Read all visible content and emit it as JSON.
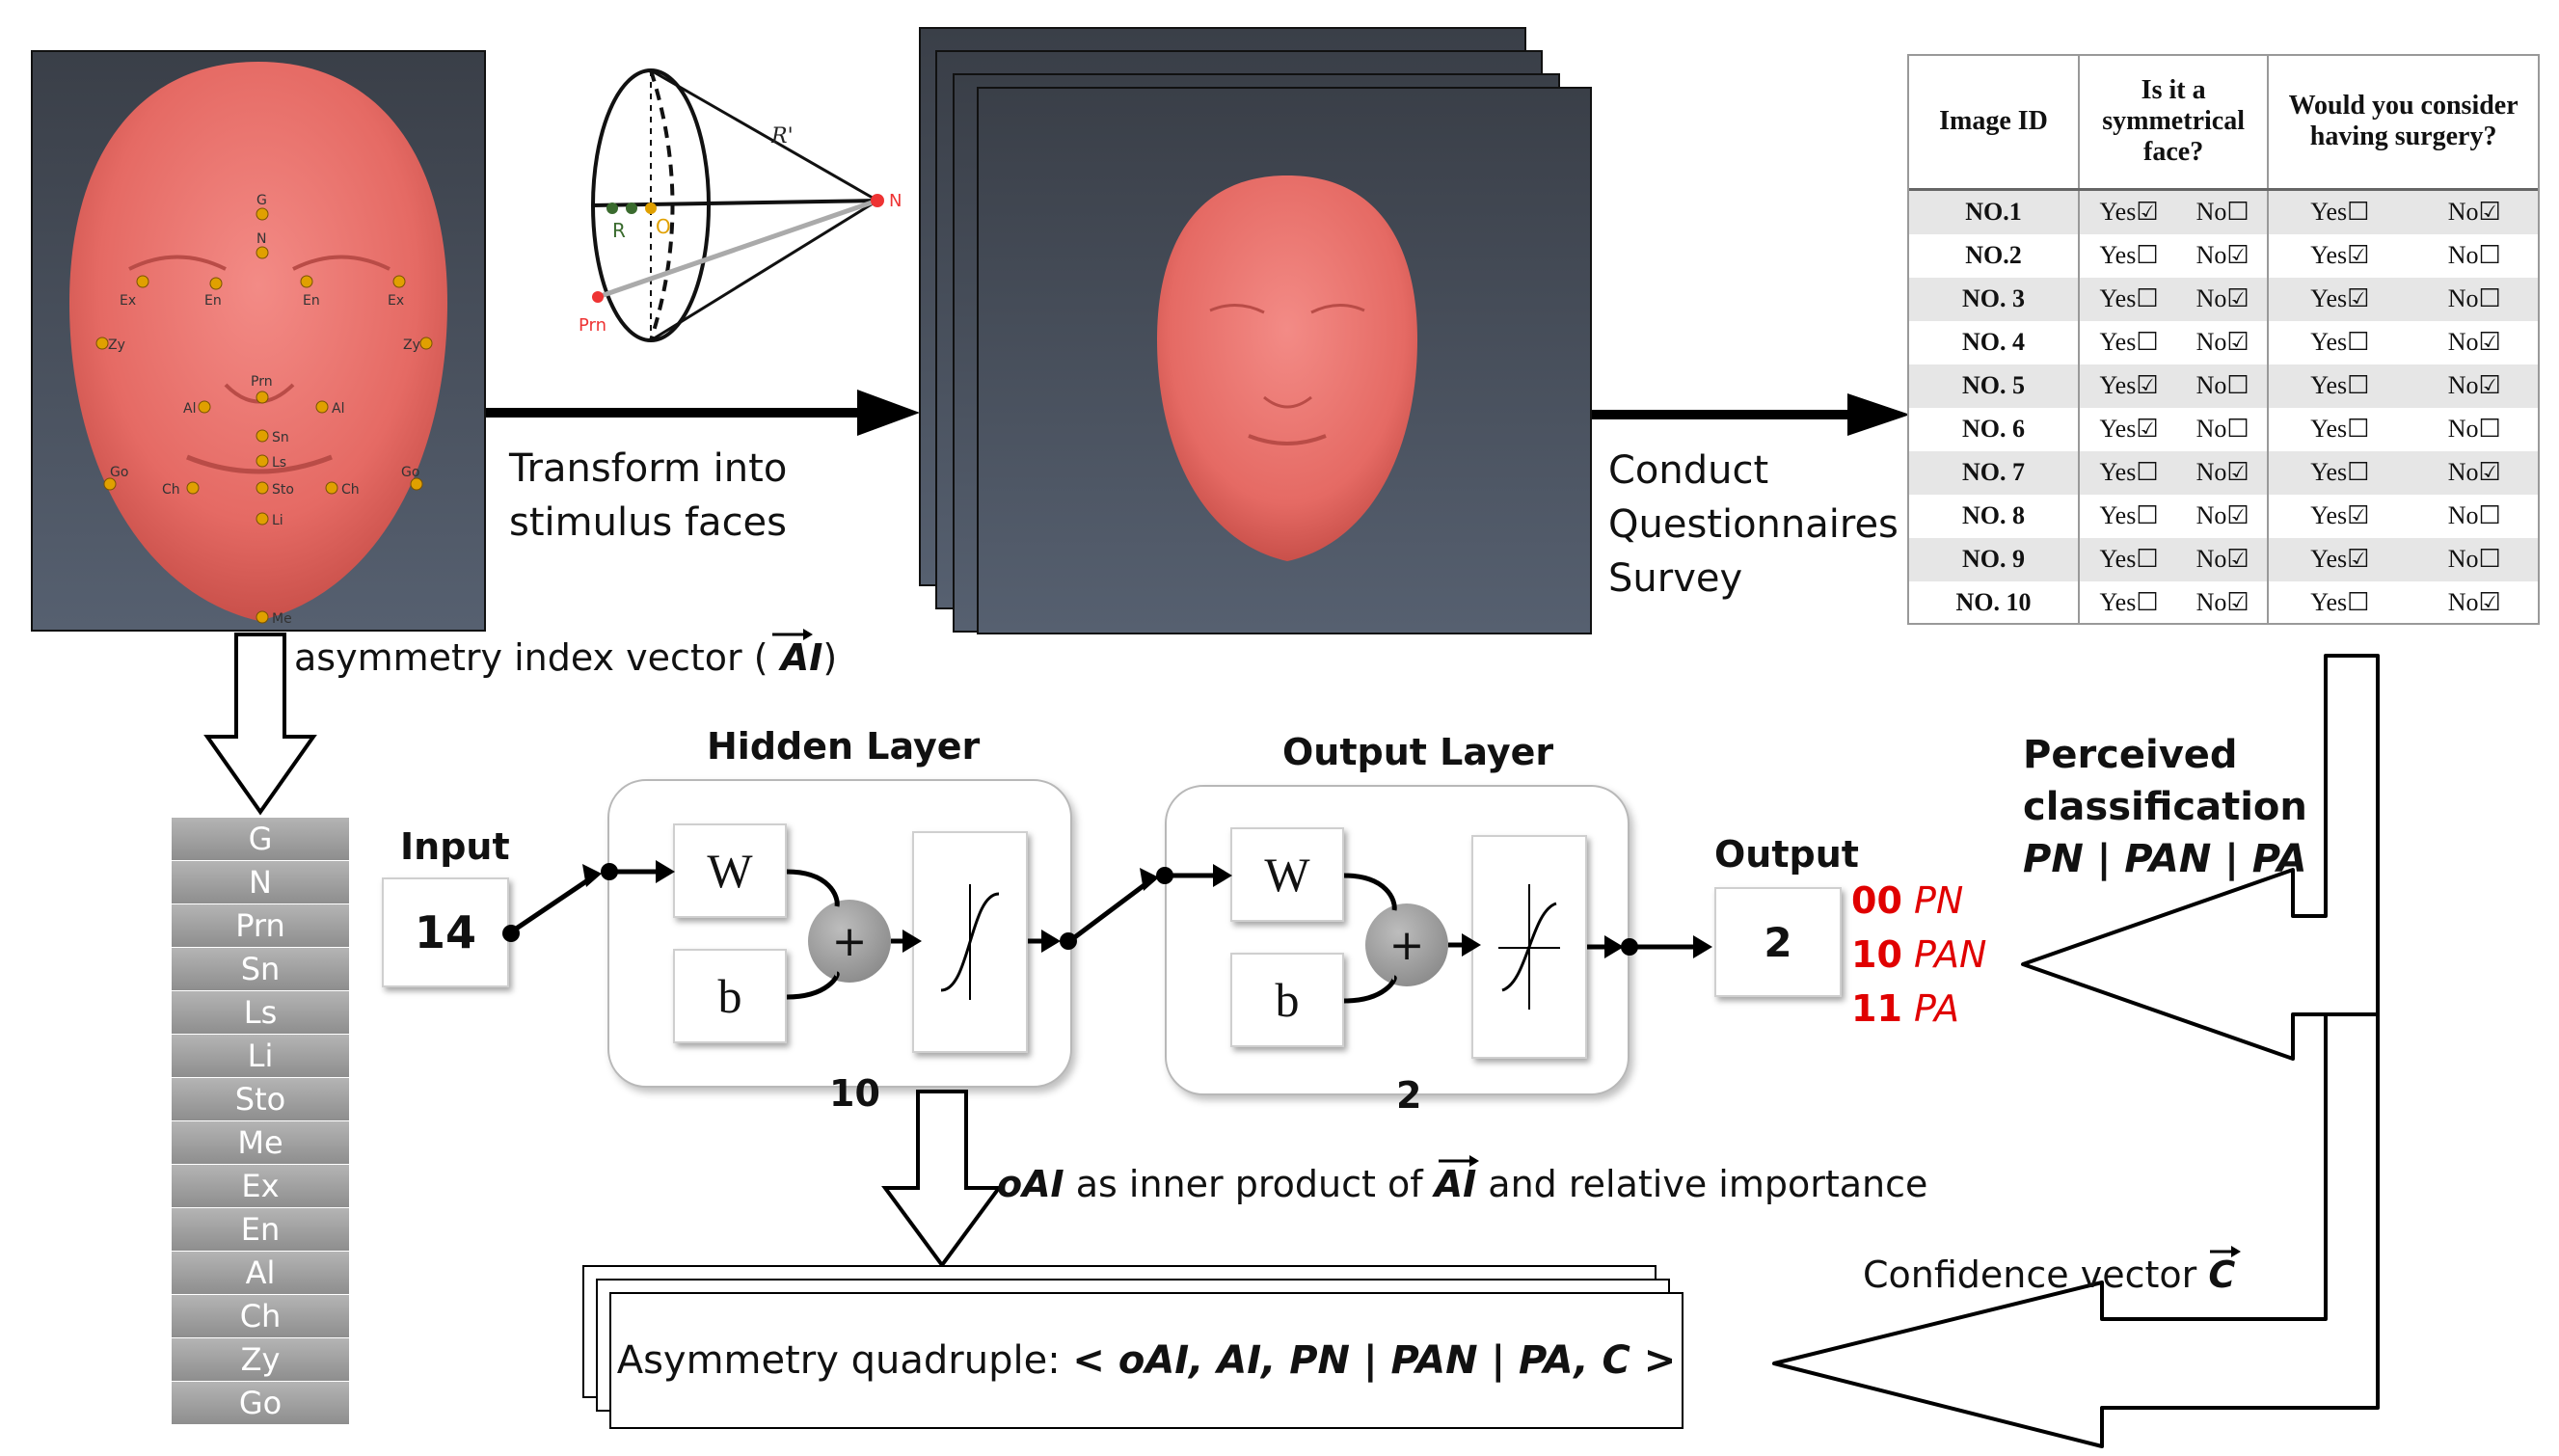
{
  "face_landmarks": [
    "G",
    "N",
    "Ex",
    "En",
    "En",
    "Ex",
    "Zy",
    "Zy",
    "Prn",
    "Al",
    "Al",
    "Sn",
    "Ls",
    "Go",
    "Ch",
    "Sto",
    "Ch",
    "Go",
    "Li",
    "Me"
  ],
  "cone_labels": {
    "r_prime": "R'",
    "r": "R",
    "o": "O",
    "n": "N",
    "prn": "Prn"
  },
  "transform_label_1": "Transform into",
  "transform_label_2": "stimulus faces",
  "survey_label_1": "Conduct",
  "survey_label_2": "Questionnaires",
  "survey_label_3": "Survey",
  "table": {
    "headers": [
      "Image ID",
      "Is it a symmetrical face?",
      "Would you consider having surgery?"
    ],
    "yes": "Yes",
    "no": "No",
    "rows": [
      {
        "id": "NO.1",
        "q1": "Yes",
        "q2": "No"
      },
      {
        "id": "NO.2",
        "q1": "No",
        "q2": "Yes"
      },
      {
        "id": "NO. 3",
        "q1": "No",
        "q2": "Yes"
      },
      {
        "id": "NO. 4",
        "q1": "No",
        "q2": "No"
      },
      {
        "id": "NO. 5",
        "q1": "Yes",
        "q2": "No"
      },
      {
        "id": "NO. 6",
        "q1": "Yes",
        "q2": "none"
      },
      {
        "id": "NO. 7",
        "q1": "No",
        "q2": "No"
      },
      {
        "id": "NO. 8",
        "q1": "No",
        "q2": "Yes"
      },
      {
        "id": "NO. 9",
        "q1": "No",
        "q2": "Yes"
      },
      {
        "id": "NO. 10",
        "q1": "No",
        "q2": "No"
      }
    ]
  },
  "ai_vector_label": "asymmetry index vector (",
  "ai_symbol": "AI",
  "ai_vector_close": ")",
  "landmark_stack": [
    "G",
    "N",
    "Prn",
    "Sn",
    "Ls",
    "Li",
    "Sto",
    "Me",
    "Ex",
    "En",
    "Al",
    "Ch",
    "Zy",
    "Go"
  ],
  "input_label": "Input",
  "input_value": "14",
  "hidden_layer_label": "Hidden Layer",
  "hidden_size": "10",
  "output_layer_label": "Output Layer",
  "output_layer_size": "2",
  "w_label": "W",
  "b_label": "b",
  "plus": "+",
  "output_label": "Output",
  "output_value": "2",
  "output_codes": [
    {
      "code": "00",
      "name": "PN"
    },
    {
      "code": "10",
      "name": "PAN"
    },
    {
      "code": "11",
      "name": "PA"
    }
  ],
  "perceived_1": "Perceived",
  "perceived_2": "classification",
  "perceived_3": "PN | PAN | PA",
  "oai_label_a": "oAI",
  "oai_label_b": " as inner product of ",
  "oai_label_c": "AI",
  "oai_label_d": " and relative importance",
  "confidence_label": "Confidence vector ",
  "confidence_symbol": "C",
  "quadruple_prefix": "Asymmetry quadruple: ",
  "quadruple_body": "< oAI, AI, PN | PAN | PA, C >"
}
